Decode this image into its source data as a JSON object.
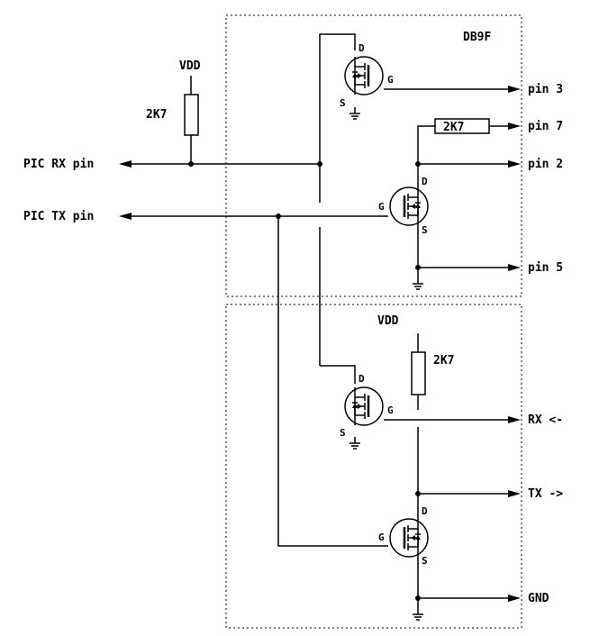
{
  "diagram": {
    "block_top": {
      "title": "DB9F"
    },
    "labels": {
      "vdd_top": "VDD",
      "r_top_left": "2K7",
      "r_top_right": "2K7",
      "pic_rx": "PIC RX pin",
      "pic_tx": "PIC TX pin",
      "pin3": "pin 3",
      "pin7": "pin 7",
      "pin2": "pin 2",
      "pin5": "pin 5",
      "vdd_bottom": "VDD",
      "r_bottom": "2K7",
      "rx": "RX <-",
      "tx": "TX ->",
      "gnd": "GND"
    },
    "fets": [
      {
        "d": "D",
        "g": "G",
        "s": "S"
      },
      {
        "d": "D",
        "g": "G",
        "s": "S"
      },
      {
        "d": "D",
        "g": "G",
        "s": "S"
      },
      {
        "d": "D",
        "g": "G",
        "s": "S"
      }
    ]
  }
}
